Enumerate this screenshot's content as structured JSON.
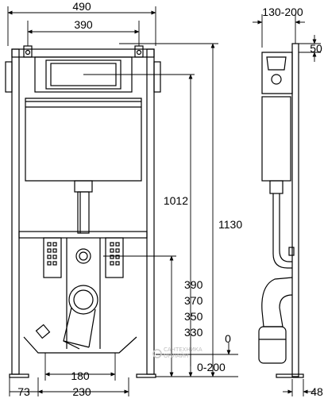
{
  "dimensions": {
    "width_overall": "490",
    "width_inner": "390",
    "side_depth": "130-200",
    "side_top": "50",
    "height_outlet": "1012",
    "height_total": "1130",
    "drain_heights": [
      "390",
      "370",
      "350",
      "330"
    ],
    "floor_zero": "0",
    "floor_range": "0-200",
    "drain_offset": "180",
    "bottom_left": "73",
    "bottom_mid": "230",
    "bottom_right": "48"
  },
  "watermark": {
    "line1": "САНТЕХНИКА",
    "line2": "ОНЛАЙН"
  }
}
